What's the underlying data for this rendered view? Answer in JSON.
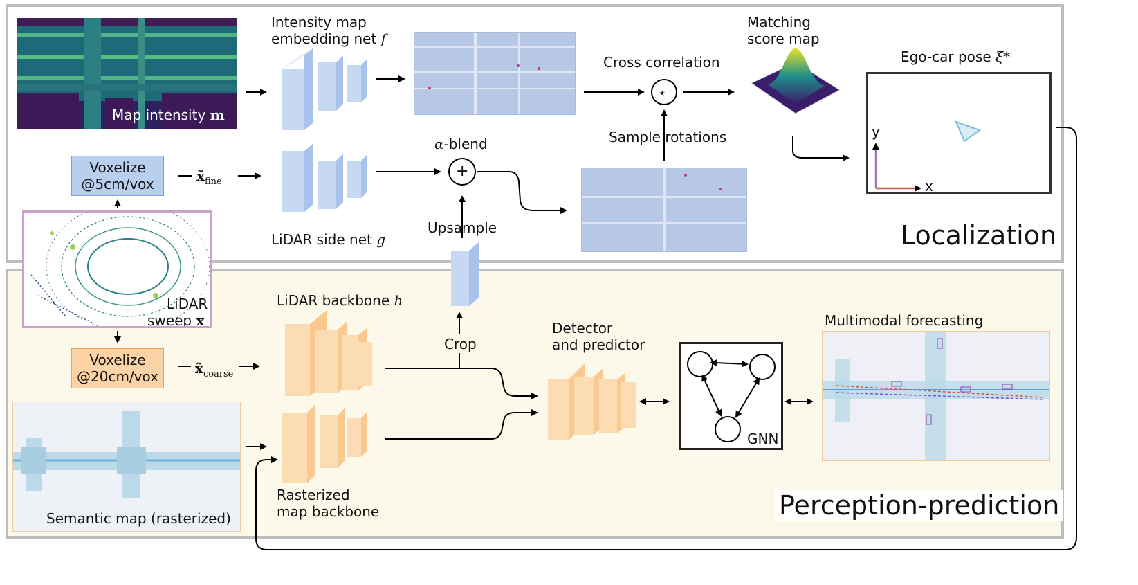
{
  "localization": {
    "title": "Localization",
    "map_intensity_label": "Map intensity",
    "map_intensity_symbol": "m",
    "embedding_net_line1": "Intensity map",
    "embedding_net_line2": "embedding net",
    "embedding_net_symbol": "f",
    "cross_correlation_label": "Cross correlation",
    "cross_correlation_symbol": "⋆",
    "sample_rotations_label": "Sample rotations",
    "matching_line1": "Matching",
    "matching_line2": "score map",
    "ego_pose_label": "Ego-car pose",
    "ego_pose_symbol": "ξ*",
    "axis_y": "y",
    "axis_x": "x",
    "voxelize_fine_line1": "Voxelize",
    "voxelize_fine_line2": "@5cm/vox",
    "x_fine_symbol": "x̃",
    "x_fine_sub": "fine",
    "lidar_side_net_label": "LiDAR side net",
    "lidar_side_net_symbol": "g",
    "alpha_blend_symbol": "α",
    "alpha_blend_label": "-blend",
    "plus_symbol": "+",
    "upsample_label": "Upsample"
  },
  "perception": {
    "title": "Perception-prediction",
    "lidar_label_line1": "LiDAR",
    "lidar_label_line2": "sweep",
    "lidar_symbol": "x",
    "voxelize_coarse_line1": "Voxelize",
    "voxelize_coarse_line2": "@20cm/vox",
    "x_coarse_symbol": "x̃",
    "x_coarse_sub": "coarse",
    "lidar_backbone_label": "LiDAR backbone",
    "lidar_backbone_symbol": "h",
    "crop_label": "Crop",
    "detector_line1": "Detector",
    "detector_line2": "and predictor",
    "gnn_label": "GNN",
    "forecasting_label": "Multimodal forecasting",
    "semantic_map_label": "Semantic map (rasterized)",
    "raster_line1": "Rasterized",
    "raster_line2": "map backbone"
  },
  "colors": {
    "net_blue": "#c7d8f3",
    "net_orange": "#fbdcb3",
    "voxel_blue_fill": "#b8cff0",
    "voxel_orange_fill": "#fbd3a4",
    "lidar_border": "#c9a3c9",
    "perception_bg": "#fdf9ea",
    "panel_border": "#bdbdbd"
  }
}
